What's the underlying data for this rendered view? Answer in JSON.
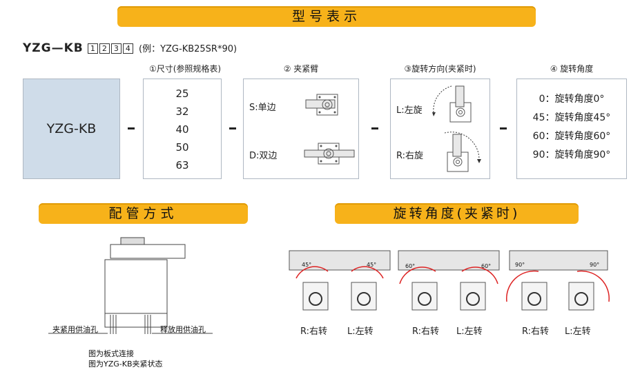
{
  "banners": {
    "model": "型号表示",
    "piping": "配管方式",
    "rotation": "旋转角度(夹紧时)"
  },
  "model_code": {
    "prefix": "YZG—KB",
    "nums": [
      "1",
      "2",
      "3",
      "4"
    ],
    "example": "(例：YZG-KB25SR*90)"
  },
  "columns": {
    "c1": "①尺寸(参照规格表)",
    "c2": "② 夹紧臂",
    "c3": "③旋转方向(夹紧时)",
    "c4": "④  旋转角度"
  },
  "model_name": "YZG-KB",
  "sizes": [
    "25",
    "32",
    "40",
    "50",
    "63"
  ],
  "arm": {
    "single": "S:单边",
    "double": "D:双边"
  },
  "direction": {
    "left": "L:左旋",
    "right": "R:右旋"
  },
  "angles": [
    "0：旋转角度0°",
    "45：旋转角度45°",
    "60：旋转角度60°",
    "90：旋转角度90°"
  ],
  "piping": {
    "clamp_port": "夹紧用供油孔",
    "release_port": "释放用供油孔",
    "note1": "图为板式连接",
    "note2": "图为YZG-KB夹紧状态"
  },
  "rotation_groups": [
    {
      "angle": "45°",
      "right": "R:右转",
      "left": "L:左转"
    },
    {
      "angle": "60°",
      "right": "R:右转",
      "left": "L:左转"
    },
    {
      "angle": "90°",
      "right": "R:右转",
      "left": "L:左转"
    }
  ],
  "colors": {
    "banner": "#f7b21a",
    "model_box": "#cfdce9",
    "arc": "#e02020"
  }
}
